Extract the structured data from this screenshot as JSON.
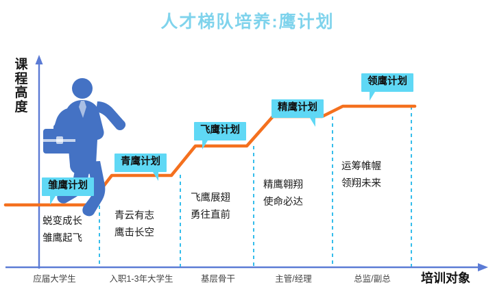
{
  "title": "人才梯队培养:鹰计划",
  "colors": {
    "title": "#7FD3EC",
    "callout": "#5FD8F5",
    "stair_line": "#F4701E",
    "axis": "#5B7BD5",
    "divider": "#35BDEB",
    "figure": "#4472C4"
  },
  "axes": {
    "y_label": "课程高度",
    "y_label_chars": [
      "课",
      "程",
      "高",
      "度"
    ],
    "x_title": "培训对象",
    "x_ticks": [
      "应届大学生",
      "入职1-3年大学生",
      "基层骨干",
      "主管/经理",
      "总监/副总"
    ]
  },
  "icons": {
    "climbing-businessman-icon": "businessman climbing stairs with briefcase",
    "y-axis-arrow-icon": "up-arrow",
    "x-axis-arrow-icon": "right-arrow"
  },
  "steps": [
    {
      "plan": "雏鹰计划",
      "desc_lines": [
        "蜕变成长",
        "雏鹰起飞"
      ],
      "audience": "应届大学生"
    },
    {
      "plan": "青鹰计划",
      "desc_lines": [
        "青云有志",
        "鹰击长空"
      ],
      "audience": "入职1-3年大学生"
    },
    {
      "plan": "飞鹰计划",
      "desc_lines": [
        "飞鹰展翅",
        "勇往直前"
      ],
      "audience": "基层骨干"
    },
    {
      "plan": "精鹰计划",
      "desc_lines": [
        "精鹰翱翔",
        "使命必达"
      ],
      "audience": "主管/经理"
    },
    {
      "plan": "领鹰计划",
      "desc_lines": [
        "运筹帷幄",
        "领翔未来"
      ],
      "audience": "总监/副总"
    }
  ]
}
